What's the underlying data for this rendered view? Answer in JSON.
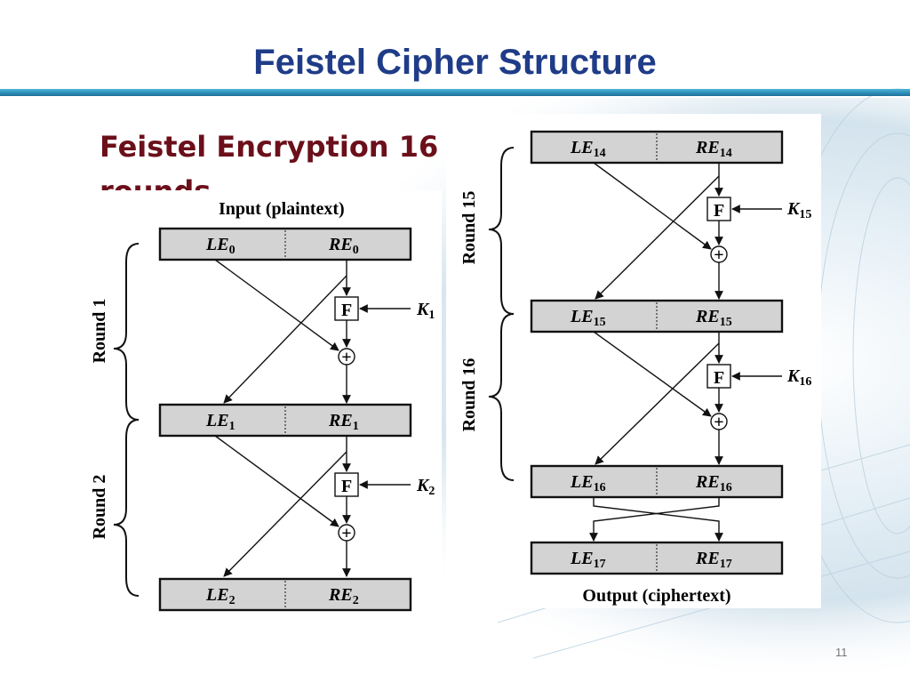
{
  "slide": {
    "title": "Feistel Cipher Structure",
    "subtitle_line1": "Feistel Encryption 16",
    "subtitle_line2": "rounds",
    "page_number": "11"
  },
  "colors": {
    "title": "#1f3c88",
    "subtitle": "#6b0f1a",
    "rule": "#2b8bb6",
    "box_fill": "#d3d3d3"
  },
  "left_diagram": {
    "input_label": "Input (plaintext)",
    "blocks": [
      {
        "left": "LE",
        "left_sub": "0",
        "right": "RE",
        "right_sub": "0"
      },
      {
        "left": "LE",
        "left_sub": "1",
        "right": "RE",
        "right_sub": "1"
      },
      {
        "left": "LE",
        "left_sub": "2",
        "right": "RE",
        "right_sub": "2"
      }
    ],
    "rounds": [
      {
        "label": "Round 1",
        "f_label": "F",
        "key": "K",
        "key_sub": "1",
        "xor_symbol": "+"
      },
      {
        "label": "Round 2",
        "f_label": "F",
        "key": "K",
        "key_sub": "2",
        "xor_symbol": "+"
      }
    ]
  },
  "right_diagram": {
    "blocks": [
      {
        "left": "LE",
        "left_sub": "14",
        "right": "RE",
        "right_sub": "14"
      },
      {
        "left": "LE",
        "left_sub": "15",
        "right": "RE",
        "right_sub": "15"
      },
      {
        "left": "LE",
        "left_sub": "16",
        "right": "RE",
        "right_sub": "16"
      },
      {
        "left": "LE",
        "left_sub": "17",
        "right": "RE",
        "right_sub": "17"
      }
    ],
    "rounds": [
      {
        "label": "Round 15",
        "f_label": "F",
        "key": "K",
        "key_sub": "15",
        "xor_symbol": "+"
      },
      {
        "label": "Round 16",
        "f_label": "F",
        "key": "K",
        "key_sub": "16",
        "xor_symbol": "+"
      }
    ],
    "output_label": "Output (ciphertext)"
  }
}
